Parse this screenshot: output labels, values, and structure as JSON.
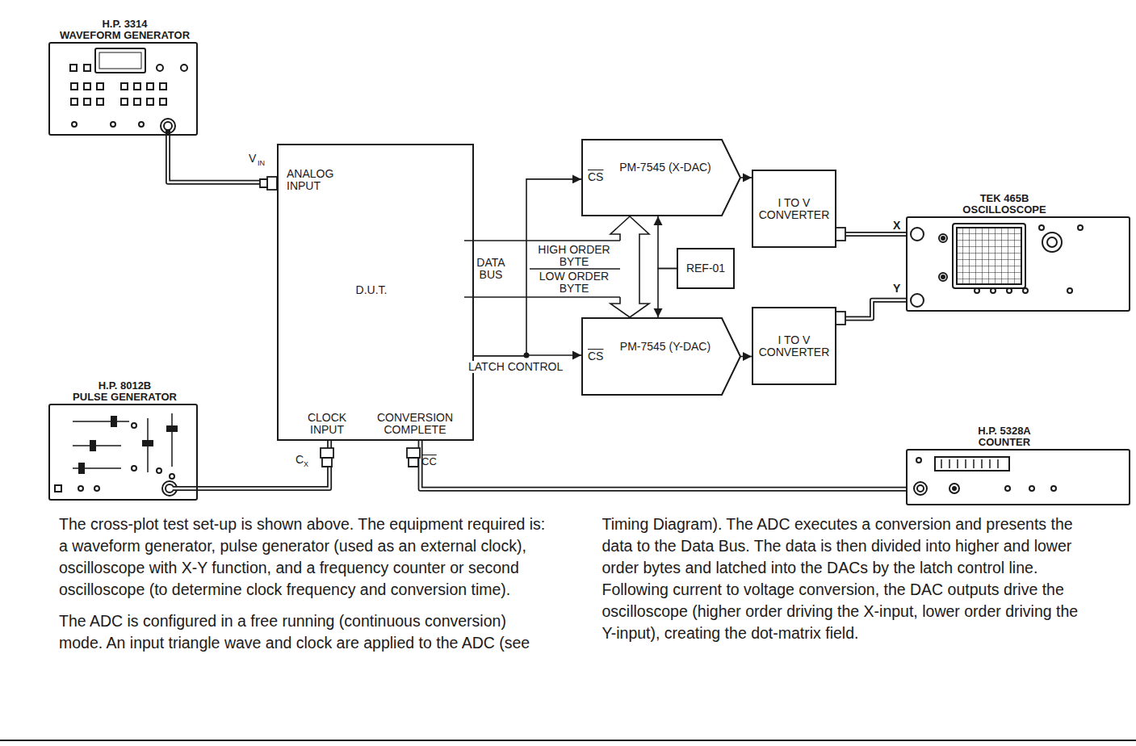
{
  "diagram": {
    "nodes": [
      {
        "text": [
          "H.P. 3314",
          "WAVEFORM GENERATOR"
        ]
      },
      {
        "text": [
          "ANALOG INPUT",
          "D.U.T.",
          "CLOCK INPUT",
          "CONVERSION COMPLETE"
        ]
      },
      {
        "text": [
          "CS",
          "PM-7545 (X-DAC)"
        ]
      },
      {
        "text": [
          "CS",
          "PM-7545 (Y-DAC)"
        ]
      },
      {
        "text": [
          "I TO V CONVERTER"
        ]
      },
      {
        "text": [
          "I TO V CONVERTER"
        ]
      },
      {
        "text": [
          "REF-01"
        ]
      },
      {
        "text": [
          "TEK 465B",
          "OSCILLOSCOPE"
        ]
      },
      {
        "text": [
          "H.P. 8012B",
          "PULSE GENERATOR"
        ]
      },
      {
        "text": [
          "H.P. 5328A",
          "COUNTER"
        ]
      }
    ],
    "edges": [
      {
        "from": 0,
        "to": 1,
        "arrow": "none"
      },
      {
        "from": 1,
        "to": 3,
        "label": "LATCH CONTROL",
        "arrow": "to"
      },
      {
        "from": 1,
        "to": 2,
        "arrow": "to"
      },
      {
        "from": 6,
        "to": 2,
        "arrow": "to"
      },
      {
        "from": 6,
        "to": 3,
        "arrow": "to"
      },
      {
        "from": 2,
        "to": 4,
        "arrow": "to"
      },
      {
        "from": 3,
        "to": 5,
        "arrow": "to"
      },
      {
        "from": 4,
        "to": 7,
        "arrow": "none"
      },
      {
        "from": 5,
        "to": 7,
        "arrow": "none"
      },
      {
        "from": 8,
        "to": 1,
        "arrow": "none"
      },
      {
        "from": 1,
        "to": 9,
        "arrow": "none"
      }
    ],
    "labels": [
      "V",
      "IN",
      "DATA BUS",
      "HIGH ORDER BYTE",
      "LOW ORDER BYTE",
      "C",
      "X",
      "CC",
      "X",
      "Y",
      "The cross-plot test set-up is shown above. The equipment required is: a waveform generator, pulse generator (used as an external clock), oscilloscope with X-Y function, and a frequency counter or second oscilloscope (to determine clock frequency and conversion time).",
      "The ADC is configured in a free running (continuous conversion) mode. An input triangle wave and clock are applied to the ADC (see Timing Diagram). The ADC executes a conversion and presents the data to the Data Bus. The data is then divided into higher and lower order bytes and latched into the DACs by the latch control line. Following current to voltage conversion, the DAC outputs drive the oscilloscope (higher order driving the X-input, lower order driving the Y-input), creating the dot-matrix field."
    ]
  }
}
